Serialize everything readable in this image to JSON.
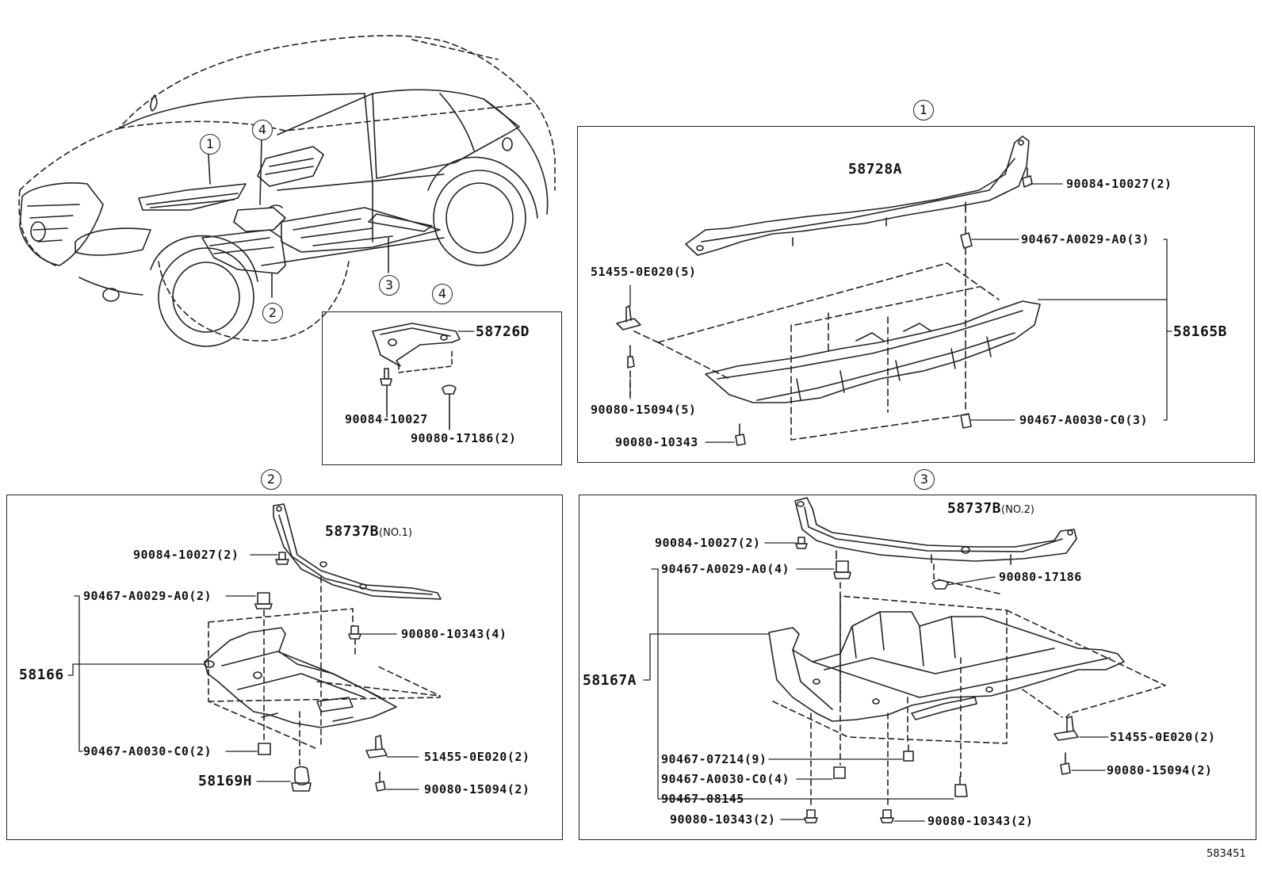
{
  "figure_number": "583451",
  "markers": {
    "m1": "1",
    "m2": "2",
    "m3": "3",
    "m4": "4"
  },
  "panel1": {
    "cover": "58728A",
    "assy": "58165B",
    "bolt_top": "90084-10027(2)",
    "nut_a": "90467-A0029-A0(3)",
    "nut_c": "90467-A0030-C0(3)",
    "clip": "51455-0E020(5)",
    "screw": "90080-15094(5)",
    "bolt_bottom": "90080-10343"
  },
  "panel4": {
    "part": "58726D",
    "bolt": "90084-10027",
    "grommet": "90080-17186(2)"
  },
  "panel2": {
    "brace": "58737B",
    "brace_note": "(NO.1)",
    "bolt_top": "90084-10027(2)",
    "nut_a": "90467-A0029-A0(2)",
    "bolt_small": "90080-10343(4)",
    "assy": "58166",
    "nut_c": "90467-A0030-C0(2)",
    "clip": "51455-0E020(2)",
    "grommet": "58169H",
    "screw": "90080-15094(2)"
  },
  "panel3": {
    "brace": "58737B",
    "brace_note": "(NO.2)",
    "bolt_top": "90084-10027(2)",
    "nut_a": "90467-A0029-A0(4)",
    "grommet": "90080-17186",
    "assy": "58167A",
    "clip_a": "90467-07214(9)",
    "nut_c": "90467-A0030-C0(4)",
    "clip_b": "90467-08145",
    "bolt_left": "90080-10343(2)",
    "bolt_mid": "90080-10343(2)",
    "clip": "51455-0E020(2)",
    "screw": "90080-15094(2)"
  }
}
